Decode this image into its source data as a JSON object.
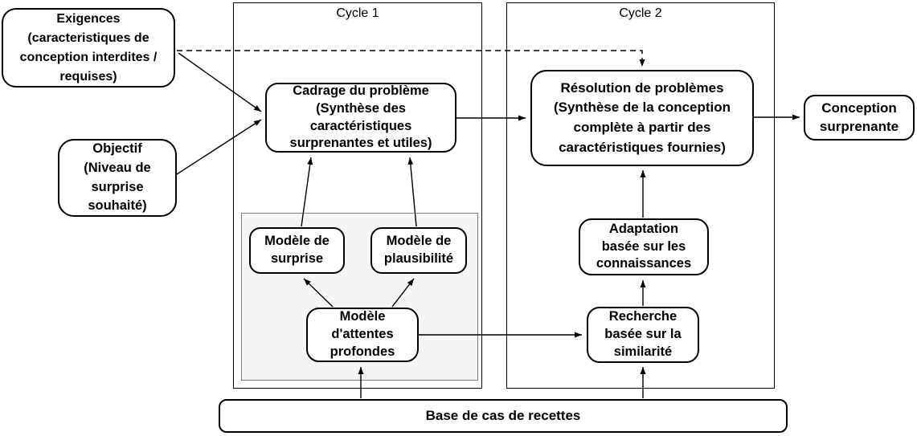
{
  "diagram": {
    "containers": {
      "cycle1": {
        "label": "Cycle 1"
      },
      "cycle2": {
        "label": "Cycle 2"
      }
    },
    "nodes": {
      "exigences": {
        "label": "Exigences\n(caracteristiques de\nconception interdites /\nrequises)"
      },
      "objectif": {
        "label": "Objectif\n(Niveau de\nsurprise\nsouhaité)"
      },
      "cadrage": {
        "label": "Cadrage du problème\n(Synthèse des\ncaractéristiques\nsurprenantes et utiles)"
      },
      "resolution": {
        "label": "Résolution de problèmes\n(Synthèse de la conception\ncomplète à partir des\ncaractéristiques fournies)"
      },
      "conception": {
        "label": "Conception\nsurprenante"
      },
      "modele_surprise": {
        "label": "Modèle de\nsurprise"
      },
      "modele_plausibilite": {
        "label": "Modèle de\nplausibilité"
      },
      "modele_attentes": {
        "label": "Modèle\nd'attentes\nprofondes"
      },
      "adaptation": {
        "label": "Adaptation\nbasée sur les\nconnaissances"
      },
      "recherche": {
        "label": "Recherche\nbasée sur la\nsimilarité"
      },
      "base_cas": {
        "label": "Base de cas de recettes"
      }
    },
    "colors": {
      "node_border": "#000000",
      "node_fill": "#ffffff",
      "connector": "#000000",
      "group_fill": "#f5f5f5",
      "group_border": "#808080"
    }
  }
}
